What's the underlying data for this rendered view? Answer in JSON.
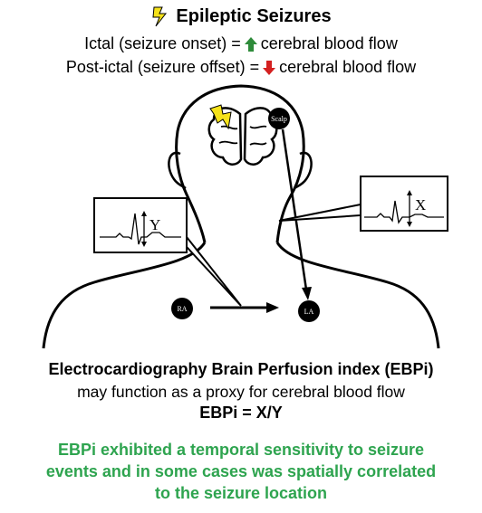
{
  "header": {
    "title": "Epileptic Seizures",
    "ictal_text": "Ictal (seizure onset) = ",
    "postictal_text": "Post-ictal (seizure offset) = ",
    "flow_text": "cerebral blood flow",
    "colors": {
      "up_arrow": "#2e8b3a",
      "down_arrow": "#d42020",
      "bolt": "#f5e21a"
    }
  },
  "figure": {
    "scalp_label": "Scalp",
    "ra_label": "RA",
    "la_label": "LA",
    "x_label": "X",
    "y_label": "Y"
  },
  "footer": {
    "ebp_title": "Electrocardiography Brain Perfusion index (EBPi)",
    "ebp_sub": "may function as a proxy for cerebral blood flow",
    "ebp_formula": "EBPi = X/Y",
    "green_lines": [
      "EBPi exhibited a temporal sensitivity to seizure",
      "events and in some cases was spatially correlated",
      "to the seizure location"
    ],
    "green_color": "#2ea44f"
  }
}
